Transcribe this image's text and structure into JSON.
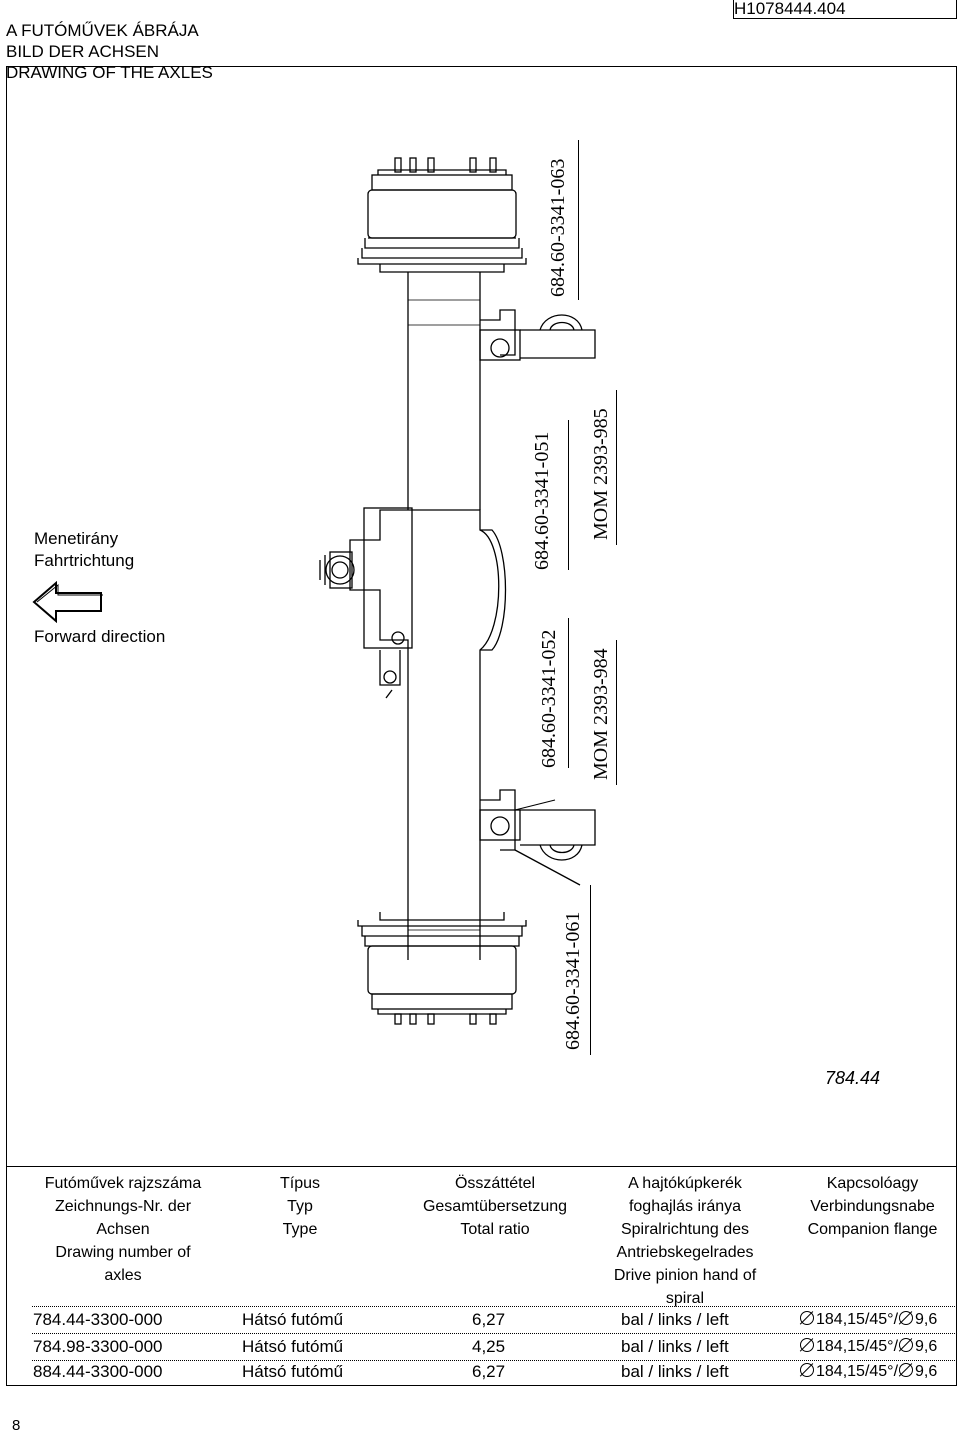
{
  "header": {
    "title_lines": [
      "A FUTÓMŰVEK ÁBRÁJA",
      "BILD DER ACHSEN",
      "DRAWING OF THE AXLES"
    ],
    "doc_id": "H1078444.404"
  },
  "direction": {
    "line1": "Menetirány",
    "line2": "Fahrtrichtung",
    "line3": "Forward direction",
    "arrow_icon": "left-arrow-icon"
  },
  "drawing": {
    "labels": {
      "top_hub": "684.60-3341-063",
      "left_bracket_upper": "684.60-3341-051",
      "mom_upper": "MOM 2393-985",
      "left_bracket_lower": "684.60-3341-052",
      "mom_lower": "MOM 2393-984",
      "bottom_hub": "684.60-3341-061"
    },
    "reference": "784.44"
  },
  "table": {
    "headers": {
      "col1": [
        "Futóművek rajzszáma",
        "Zeichnungs-Nr. der",
        "Achsen",
        "Drawing number of",
        "axles"
      ],
      "col2": [
        "Típus",
        "Typ",
        "Type"
      ],
      "col3": [
        "Összáttétel",
        "Gesamtübersetzung",
        "Total ratio"
      ],
      "col4": [
        "A hajtókúpkerék",
        "foghajlás iránya",
        "Spiralrichtung des",
        "Antriebskegelrades",
        "Drive pinion hand of",
        "spiral"
      ],
      "col5": [
        "Kapcsolóagy",
        "Verbindungsnabe",
        "Companion flange"
      ]
    },
    "rows": [
      {
        "drawing_no": "784.44-3300-000",
        "type": "Hátsó futómű",
        "ratio": "6,27",
        "spiral": "bal / links / left",
        "flange": "184,15/45°/",
        "flange_tail": "9,6"
      },
      {
        "drawing_no": "784.98-3300-000",
        "type": "Hátsó futómű",
        "ratio": "4,25",
        "spiral": "bal / links / left",
        "flange": "184,15/45°/",
        "flange_tail": "9,6"
      },
      {
        "drawing_no": "884.44-3300-000",
        "type": "Hátsó futómű",
        "ratio": "6,27",
        "spiral": "bal / links / left",
        "flange": "184,15/45°/",
        "flange_tail": "9,6"
      }
    ]
  },
  "page_number": "8"
}
